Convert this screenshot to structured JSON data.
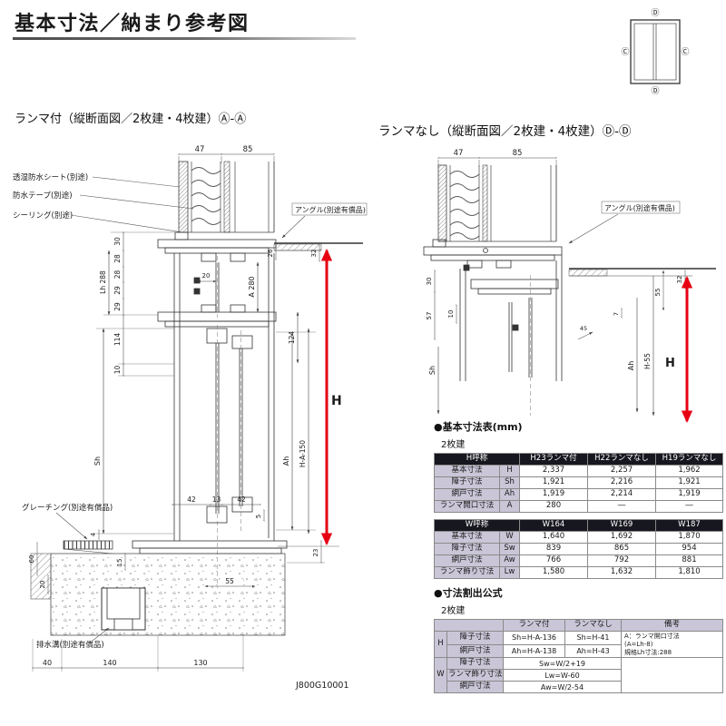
{
  "page": {
    "title": "基本寸法／納まり参考図"
  },
  "mini_diagram": {
    "top": "Ⓓ",
    "left": "Ⓒ",
    "right": "Ⓒ",
    "bottom": "Ⓓ"
  },
  "left_drawing": {
    "title": "ランマ付（縦断面図／2枚建・4枚建）Ⓐ-Ⓐ",
    "callouts": {
      "sheet": "透湿防水シート(別途)",
      "tape": "防水テープ(別途)",
      "sealing": "シーリング(別途)",
      "angle": "アングル(別途有償品)",
      "grating": "グレーチング(別途有償品)",
      "drain": "排水溝(別途有償品)"
    },
    "dims": {
      "top_47": "47",
      "top_85": "85",
      "v30": "30",
      "v28a": "28",
      "v28b": "28",
      "lh288": "Lh 288",
      "v29a": "29",
      "v29b": "29",
      "v114": "114",
      "v10": "10",
      "t20": "20",
      "a280": "A 280",
      "v124": "124",
      "r32": "32",
      "r26": "26",
      "sh": "Sh",
      "ah": "Ah",
      "ha150": "H-A-150",
      "h": "H",
      "b42a": "42",
      "b13": "13",
      "b42b": "42",
      "b5": "5",
      "r23": "23",
      "v15": "15",
      "b55": "55",
      "v60": "60",
      "v20": "20",
      "v4": "4",
      "c40": "40",
      "c140": "140",
      "c130": "130"
    },
    "code": "J800G10001"
  },
  "right_drawing": {
    "title": "ランマなし（縦断面図／2枚建・4枚建）Ⓓ-Ⓓ",
    "callouts": {
      "angle": "アングル(別途有償品)"
    },
    "dims": {
      "top_47": "47",
      "top_85": "85",
      "v30": "30",
      "v57": "57",
      "v10": "10",
      "r32": "32",
      "r55": "55",
      "r7": "7",
      "slope45": "45",
      "sh": "Sh",
      "ah": "Ah",
      "h55": "H-55",
      "h": "H"
    }
  },
  "tables": {
    "dim_heading": "●基本寸法表(mm)",
    "dim_sub": "2枚建",
    "h_table": {
      "header": [
        "H呼称",
        "H23ランマ付",
        "H22ランマなし",
        "H19ランマなし"
      ],
      "rows": [
        {
          "label": "基本寸法",
          "sym": "H",
          "v1": "2,337",
          "v2": "2,257",
          "v3": "1,962"
        },
        {
          "label": "障子寸法",
          "sym": "Sh",
          "v1": "1,921",
          "v2": "2,216",
          "v3": "1,921"
        },
        {
          "label": "網戸寸法",
          "sym": "Ah",
          "v1": "1,919",
          "v2": "2,214",
          "v3": "1,919"
        },
        {
          "label": "ランマ開口寸法",
          "sym": "A",
          "v1": "280",
          "v2": "―",
          "v3": "―"
        }
      ]
    },
    "w_table": {
      "header": [
        "W呼称",
        "W164",
        "W169",
        "W187"
      ],
      "rows": [
        {
          "label": "基本寸法",
          "sym": "W",
          "v1": "1,640",
          "v2": "1,692",
          "v3": "1,870"
        },
        {
          "label": "障子寸法",
          "sym": "Sw",
          "v1": "839",
          "v2": "865",
          "v3": "954"
        },
        {
          "label": "網戸寸法",
          "sym": "Aw",
          "v1": "766",
          "v2": "792",
          "v3": "881"
        },
        {
          "label": "ランマ飾り寸法",
          "sym": "Lw",
          "v1": "1,580",
          "v2": "1,632",
          "v3": "1,810"
        }
      ]
    },
    "formula_heading": "●寸法割出公式",
    "formula_sub": "2枚建",
    "formula": {
      "col_with": "ランマ付",
      "col_without": "ランマなし",
      "col_note": "備考",
      "h_label": "H",
      "w_label": "W",
      "h_rows": [
        {
          "label": "障子寸法",
          "with": "Sh=H-A-136",
          "without": "Sh=H-41"
        },
        {
          "label": "網戸寸法",
          "with": "Ah=H-A-138",
          "without": "Ah=H-43"
        }
      ],
      "h_note_lines": [
        "A：ランマ開口寸法",
        "(A=Lh-8)",
        "規格Lh寸法:288"
      ],
      "w_rows": [
        {
          "label": "障子寸法",
          "formula": "Sw=W/2+19"
        },
        {
          "label": "ランマ飾り寸法",
          "formula": "Lw=W-60"
        },
        {
          "label": "網戸寸法",
          "formula": "Aw=W/2-54"
        }
      ]
    }
  }
}
